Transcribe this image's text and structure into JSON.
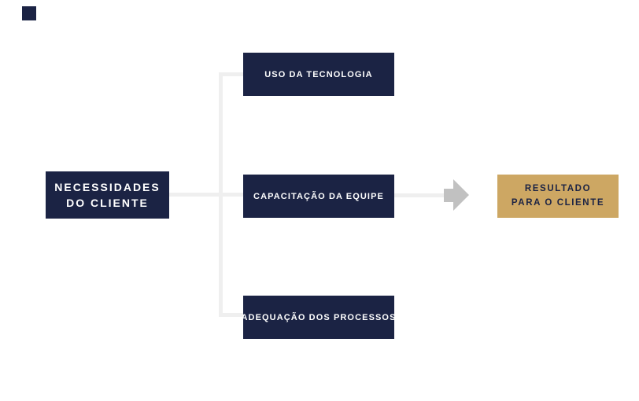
{
  "diagram": {
    "corner_square": {
      "present": true
    },
    "source": {
      "line1": "NECESSIDADES",
      "line2": "DO CLIENTE"
    },
    "branches": [
      {
        "label": "USO DA TECNOLOGIA"
      },
      {
        "label": "CAPACITAÇÃO DA EQUIPE"
      },
      {
        "label": "ADEQUAÇÃO DOS PROCESSOS"
      }
    ],
    "result": {
      "line1": "RESULTADO",
      "line2": "PARA O CLIENTE"
    },
    "colors": {
      "navy": "#1b2344",
      "gold": "#cda763",
      "connector_line": "#efefef",
      "arrow": "#c1c1c1",
      "background": "#ffffff",
      "source_text": "#ffffff",
      "branch_text": "#ffffff",
      "result_text": "#1b2344"
    }
  }
}
